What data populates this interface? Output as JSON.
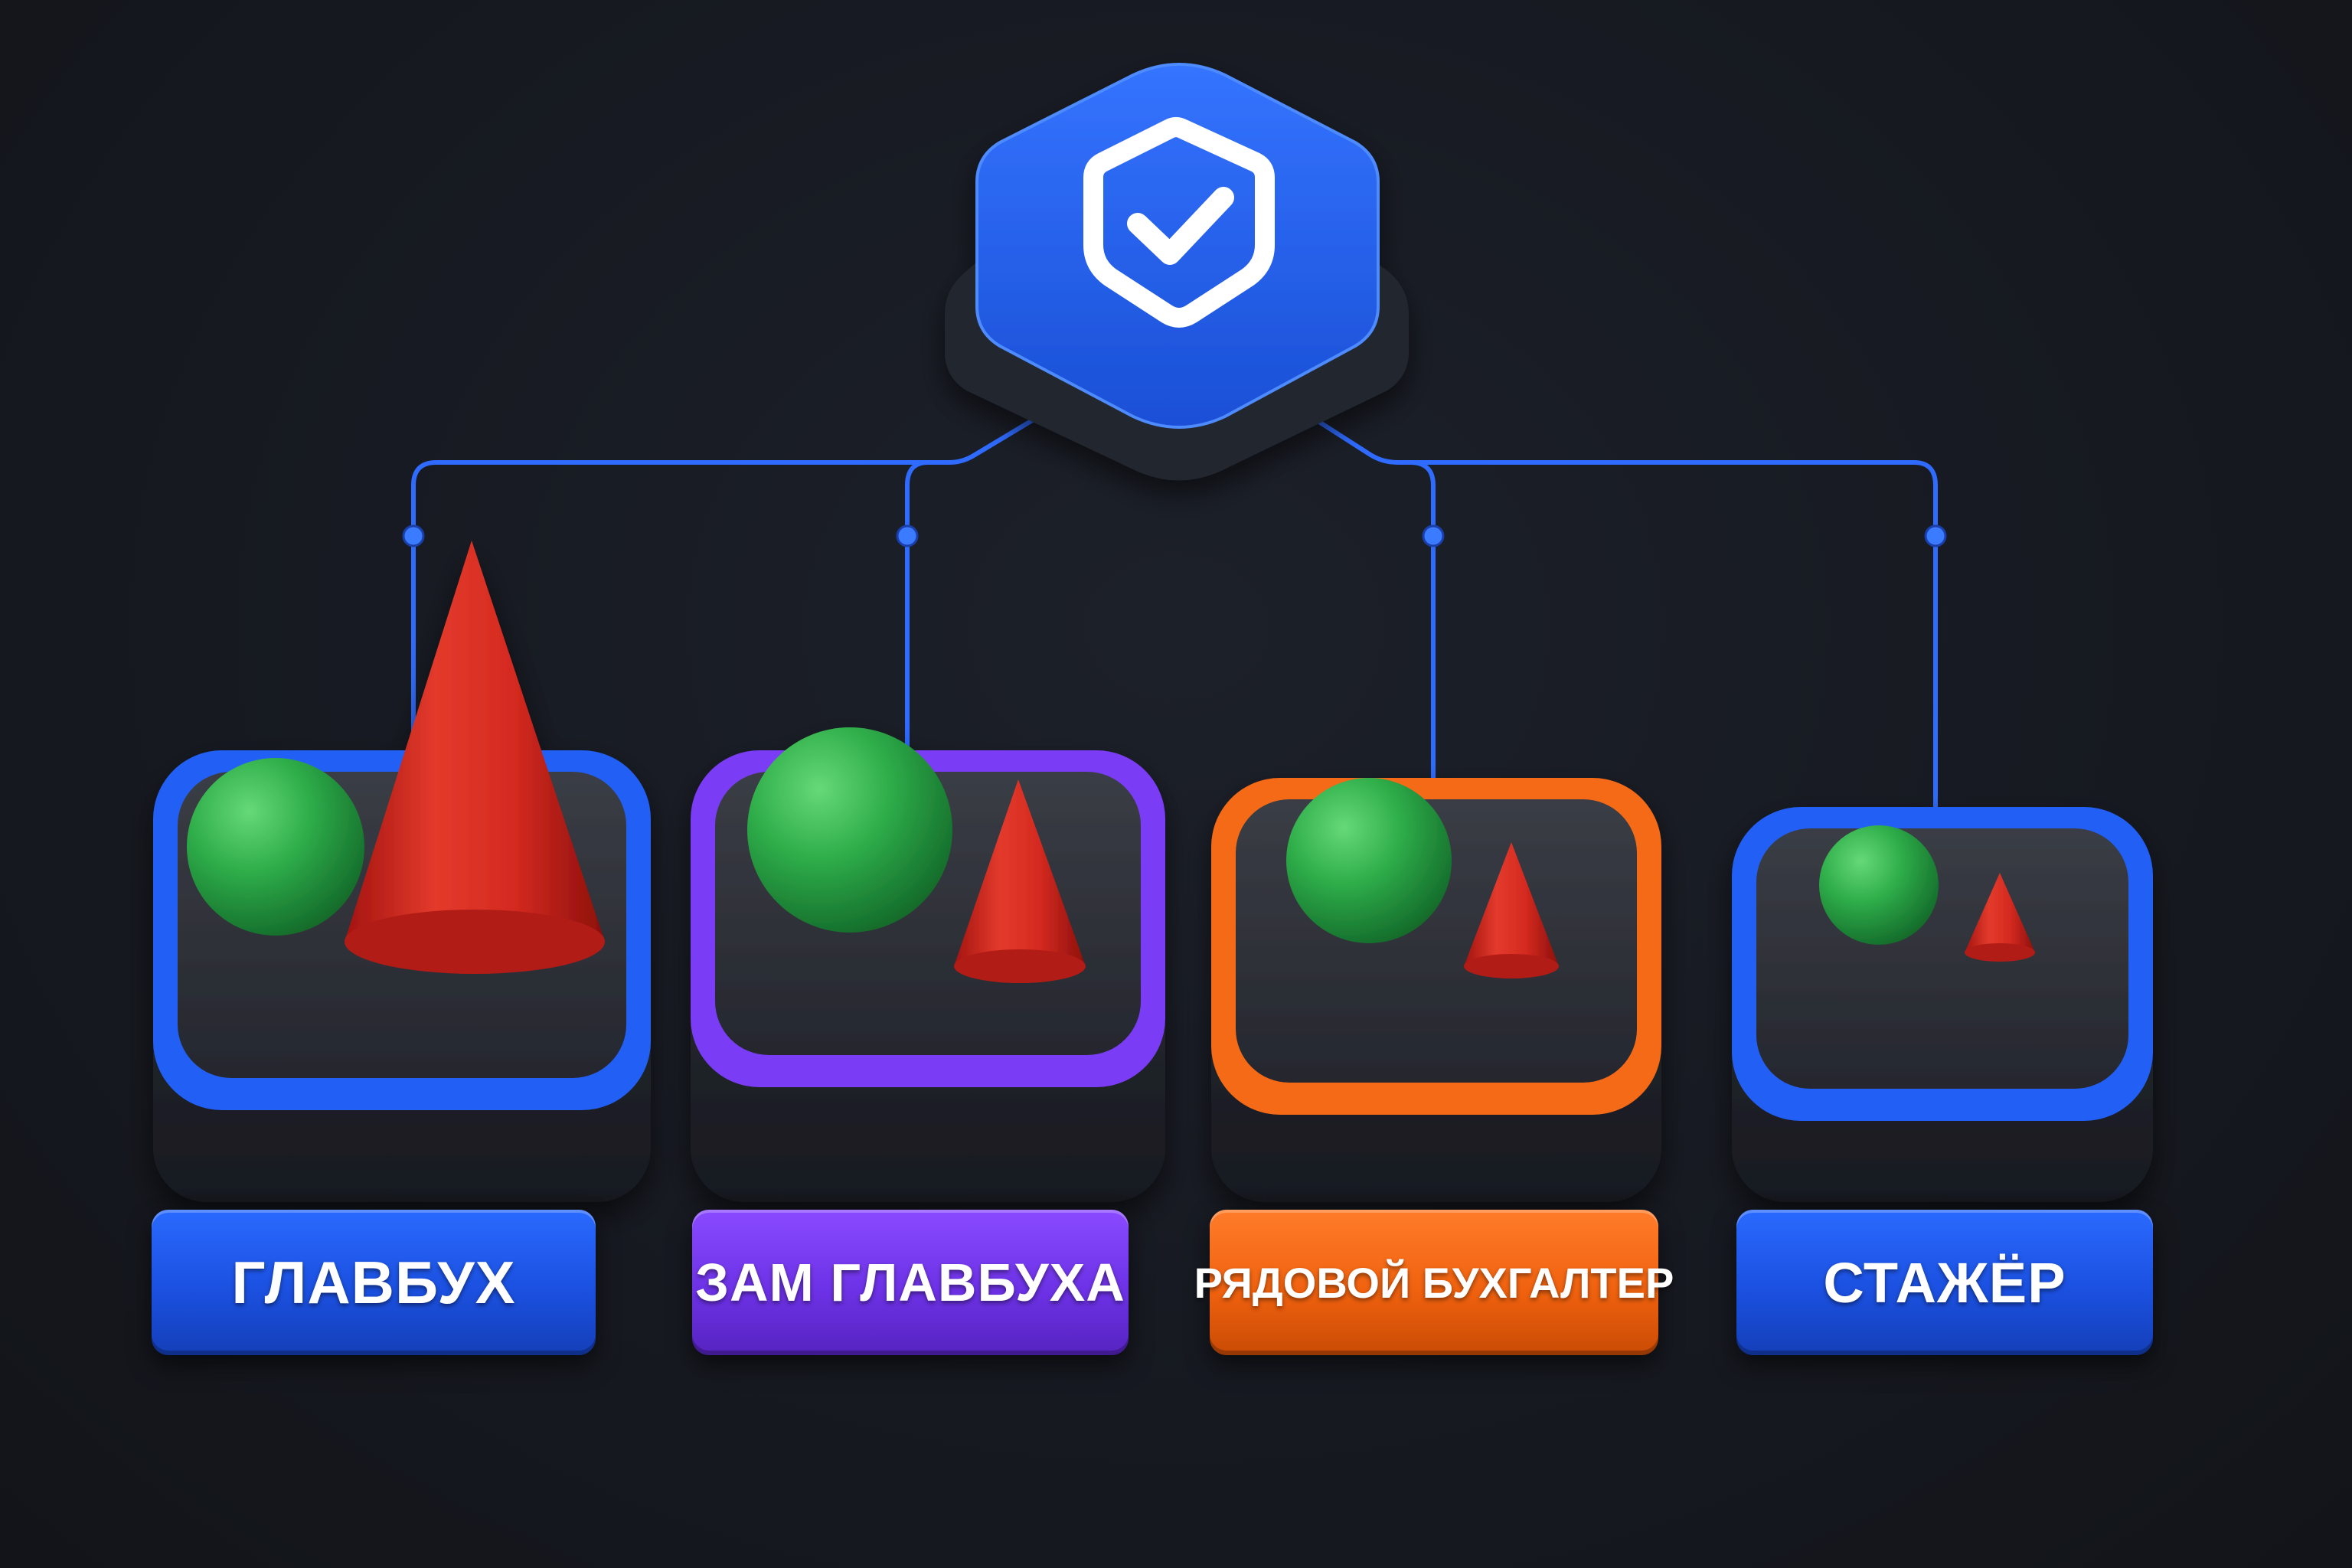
{
  "diagram": {
    "root": {
      "icon": "shield-check-icon",
      "color": "#1f5cf0"
    },
    "roles": [
      {
        "label": "ГЛАВБУХ",
        "color": "#2160f5",
        "sphere": "large",
        "cone": "large"
      },
      {
        "label": "ЗАМ ГЛАВБУХА",
        "color": "#7a3df5",
        "sphere": "large",
        "cone": "medium"
      },
      {
        "label": "РЯДОВОЙ БУХГАЛТЕР",
        "color": "#f56a14",
        "sphere": "medium",
        "cone": "small"
      },
      {
        "label": "СТАЖЁР",
        "color": "#2160f5",
        "sphere": "small",
        "cone": "tiny"
      }
    ],
    "connector_color": "#2f6bff",
    "sphere_color": "#2fae4a",
    "cone_color": "#d82a22"
  }
}
